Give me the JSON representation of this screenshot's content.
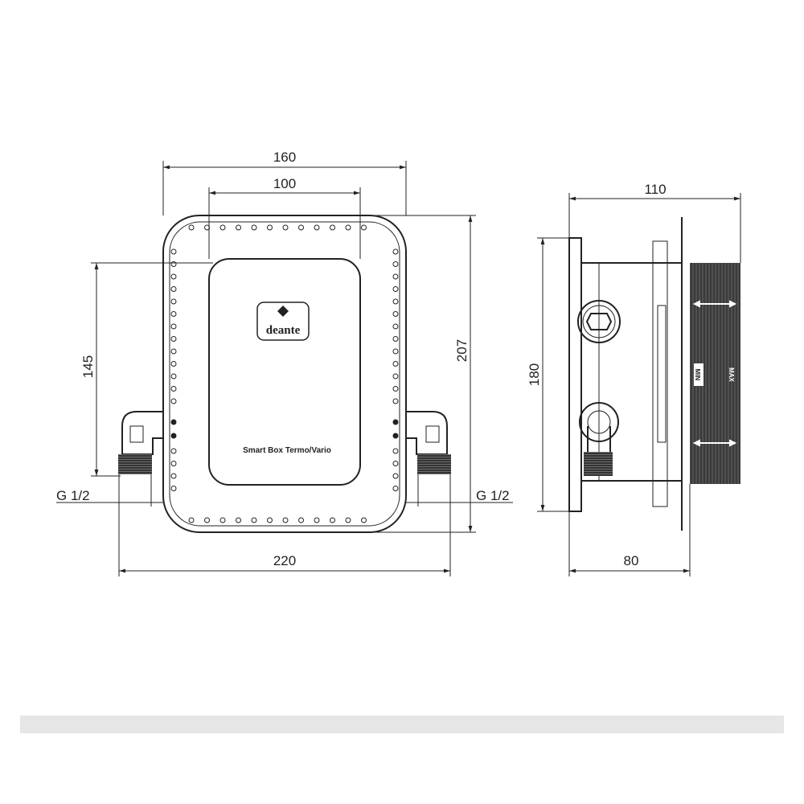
{
  "front_view": {
    "dim_width_outer": "160",
    "dim_width_inner": "100",
    "dim_height_outer": "207",
    "dim_height_inner": "145",
    "dim_total_width": "220",
    "thread_left": "G 1/2",
    "thread_right": "G 1/2",
    "logo_text": "deante",
    "product_label": "Smart Box Termo/Vario"
  },
  "side_view": {
    "dim_depth_max": "110",
    "dim_height": "180",
    "dim_depth_min": "80",
    "min_label": "MIN",
    "max_label": "MAX"
  },
  "colors": {
    "line": "#222222",
    "thread": "#3a3a3a",
    "footer_bar": "#e6e6e6"
  }
}
